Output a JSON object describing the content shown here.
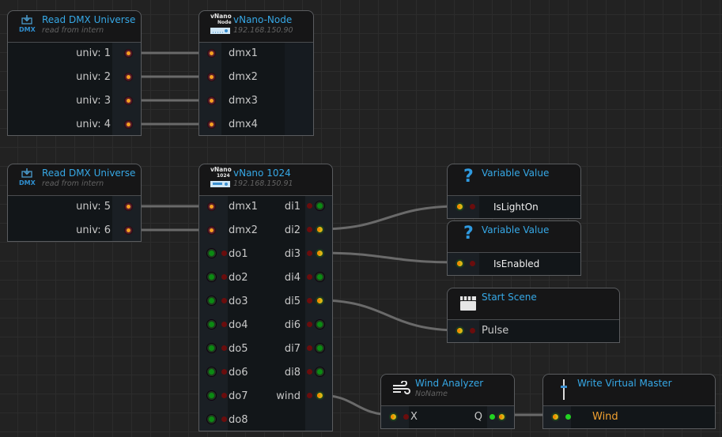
{
  "nodes": {
    "read_dmx_1": {
      "title": "Read DMX Universe",
      "subtitle": "read from intern",
      "icon": "dmx-download-icon",
      "icon_text": "DMX",
      "outputs": [
        "univ: 1",
        "univ: 2",
        "univ: 3",
        "univ: 4"
      ]
    },
    "vnano_node": {
      "title": "vNano-Node",
      "subtitle": "192.168.150.90",
      "icon": "vnano-device-icon",
      "icon_text_1": "vNano",
      "icon_text_2": "Node",
      "inputs": [
        "dmx1",
        "dmx2",
        "dmx3",
        "dmx4"
      ]
    },
    "read_dmx_2": {
      "title": "Read DMX Universe",
      "subtitle": "read from intern",
      "icon": "dmx-download-icon",
      "icon_text": "DMX",
      "outputs": [
        "univ: 5",
        "univ: 6"
      ]
    },
    "vnano_1024": {
      "title": "vNano 1024",
      "subtitle": "192.168.150.91",
      "icon": "vnano-device-icon",
      "icon_text_1": "vNano",
      "icon_text_2": "1024",
      "left_labels": [
        "dmx1",
        "dmx2",
        "do1",
        "do2",
        "do3",
        "do4",
        "do5",
        "do6",
        "do7",
        "do8"
      ],
      "right_labels": [
        "di1",
        "di2",
        "di3",
        "di4",
        "di5",
        "di6",
        "di7",
        "di8",
        "wind"
      ]
    },
    "variable_value_1": {
      "title": "Variable Value",
      "icon": "question-mark-icon",
      "value": "IsLightOn"
    },
    "variable_value_2": {
      "title": "Variable Value",
      "icon": "question-mark-icon",
      "value": "IsEnabled"
    },
    "start_scene": {
      "title": "Start Scene",
      "icon": "clapperboard-icon",
      "input": "Pulse"
    },
    "wind_analyzer": {
      "title": "Wind Analyzer",
      "subtitle": "NoName",
      "icon": "wind-icon",
      "input": "X",
      "output": "Q"
    },
    "write_virtual_master": {
      "title": "Write Virtual Master",
      "icon": "fader-icon",
      "value": "Wind"
    }
  },
  "colors": {
    "title": "#36a8e6",
    "wire": "#6a6a6a",
    "wind_value": "#f0a030",
    "led_off": "#6a0d0d",
    "led_on": "#22d322"
  },
  "connections": [
    {
      "from": "univ: 1",
      "to": "dmx1 (vNano-Node)"
    },
    {
      "from": "univ: 2",
      "to": "dmx2 (vNano-Node)"
    },
    {
      "from": "univ: 3",
      "to": "dmx3 (vNano-Node)"
    },
    {
      "from": "univ: 4",
      "to": "dmx4 (vNano-Node)"
    },
    {
      "from": "univ: 5",
      "to": "dmx1 (vNano 1024)"
    },
    {
      "from": "univ: 6",
      "to": "dmx2 (vNano 1024)"
    },
    {
      "from": "di2",
      "to": "IsLightOn"
    },
    {
      "from": "di3",
      "to": "IsEnabled"
    },
    {
      "from": "di5",
      "to": "Pulse"
    },
    {
      "from": "wind",
      "to": "X"
    },
    {
      "from": "Q",
      "to": "Wind"
    }
  ]
}
